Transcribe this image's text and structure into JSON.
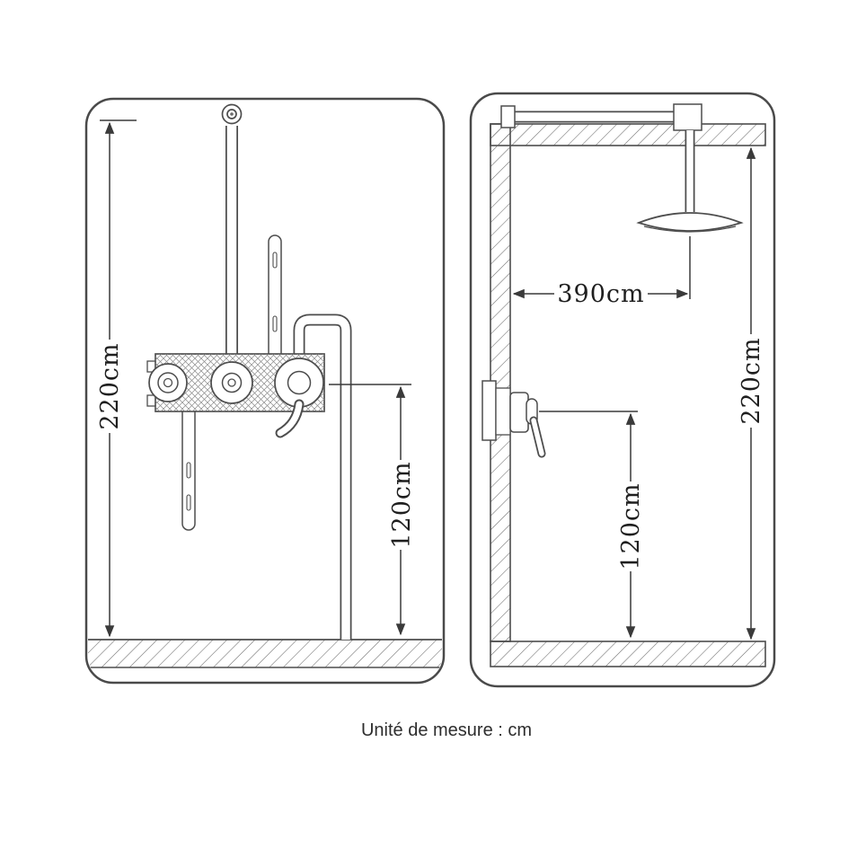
{
  "caption": "Unité de mesure : cm",
  "colors": {
    "line": "#4d4d4d",
    "dimension": "#3a3a3a",
    "text": "#1f1f1f",
    "background": "#ffffff"
  },
  "front_view": {
    "total_height_label": "220cm",
    "valve_height_label": "120cm"
  },
  "side_view": {
    "head_offset_label": "390cm",
    "total_height_label": "220cm",
    "valve_height_label": "120cm"
  }
}
